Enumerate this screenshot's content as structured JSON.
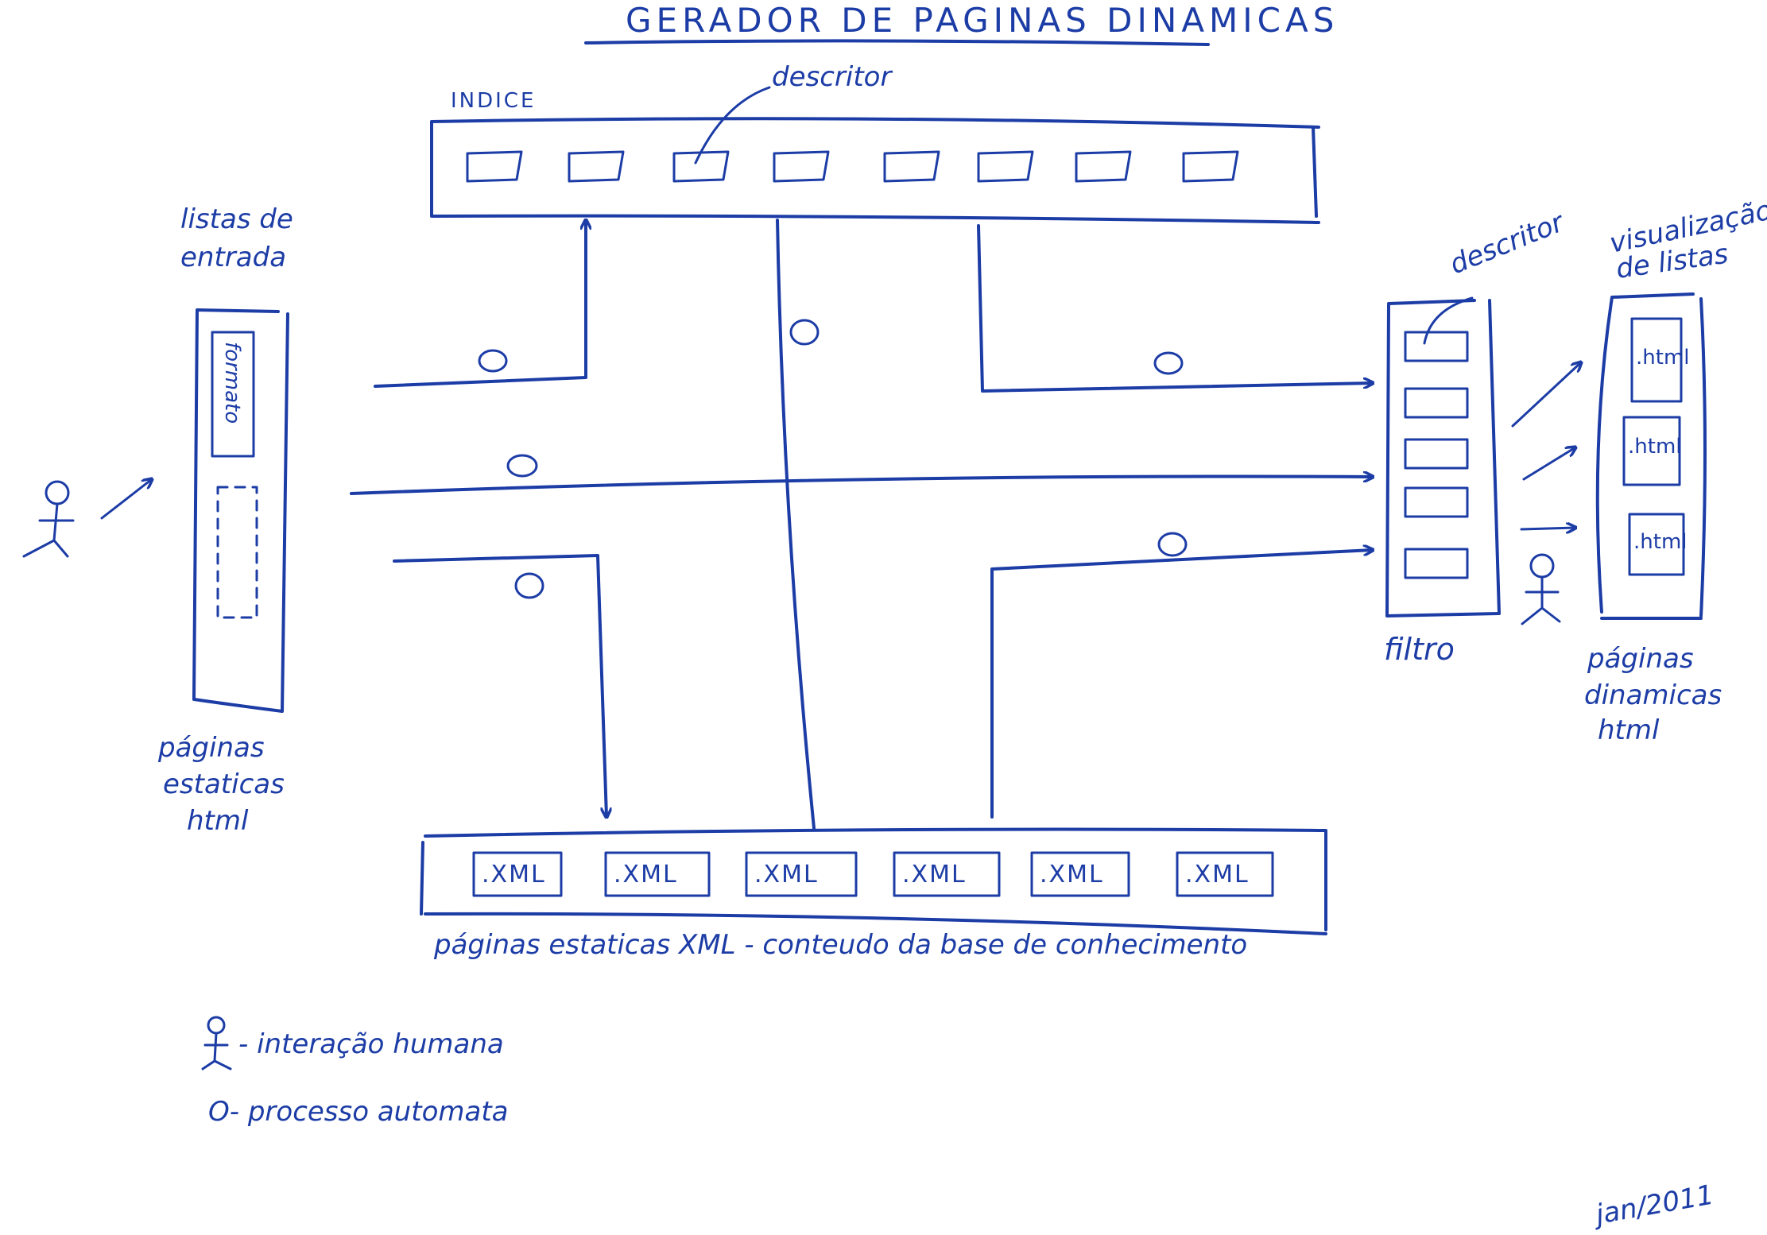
{
  "title": "GERADOR DE PAGINAS DINAMICAS",
  "index": {
    "label": "INDICE",
    "descriptor_label": "descritor",
    "descriptor_count": 8
  },
  "input_lists": {
    "label_line1": "listas de",
    "label_line2": "entrada",
    "form_label": "formato",
    "caption_line1": "páginas",
    "caption_line2": "estaticas",
    "caption_line3": "html"
  },
  "filter": {
    "label": "filtro",
    "descriptor_label": "descritor",
    "slot_count": 5
  },
  "viewer": {
    "label_line1": "visualização",
    "label_line2": "de listas",
    "pages": [
      ".html",
      ".html",
      ".html"
    ],
    "caption_line1": "páginas",
    "caption_line2": "dinamicas",
    "caption_line3": "html"
  },
  "xml_store": {
    "files": [
      ".XML",
      ".XML",
      ".XML",
      ".XML",
      ".XML",
      ".XML"
    ],
    "caption": "páginas estaticas XML - conteudo da base de conhecimento"
  },
  "legend": {
    "human": "- interação humana",
    "process": "O- processo automata"
  },
  "date": "jan/2011",
  "colors": {
    "ink": "#1c3ca6"
  }
}
